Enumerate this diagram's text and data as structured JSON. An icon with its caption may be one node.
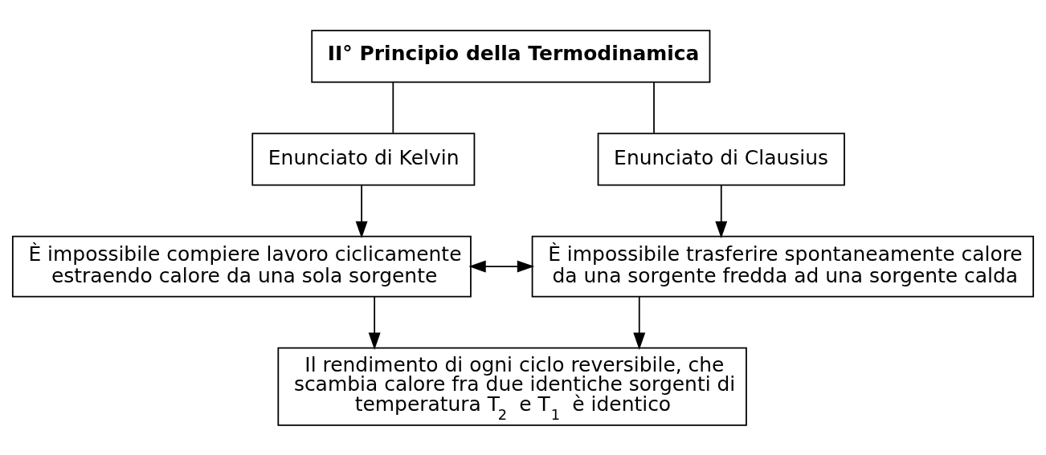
{
  "diagram": {
    "nodes": [
      {
        "text": [
          "II° Principio della Termodinamica"
        ]
      },
      {
        "text": [
          "Enunciato di Kelvin"
        ]
      },
      {
        "text": [
          "Enunciato di Clausius"
        ]
      },
      {
        "text": [
          "È impossibile compiere lavoro ciclicamente estraendo calore da una sola sorgente"
        ]
      },
      {
        "text": [
          "È impossibile trasferire spontaneamente calore da una sorgente fredda ad una sorgente calda"
        ]
      },
      {
        "text": [
          "Il rendimento di ogni ciclo reversibile, che scambia calore fra due identiche sorgenti di temperatura T$_{2}$ e T$_{1}$ è identico"
        ]
      }
    ],
    "edges": [
      {
        "from": 0,
        "to": 1,
        "arrow": "none"
      },
      {
        "from": 0,
        "to": 2,
        "arrow": "none"
      },
      {
        "from": 1,
        "to": 3,
        "arrow": "to"
      },
      {
        "from": 2,
        "to": 4,
        "arrow": "to"
      },
      {
        "from": 3,
        "to": 4,
        "arrow": "both"
      },
      {
        "from": 3,
        "to": 5,
        "arrow": "to"
      },
      {
        "from": 4,
        "to": 5,
        "arrow": "to"
      }
    ]
  }
}
